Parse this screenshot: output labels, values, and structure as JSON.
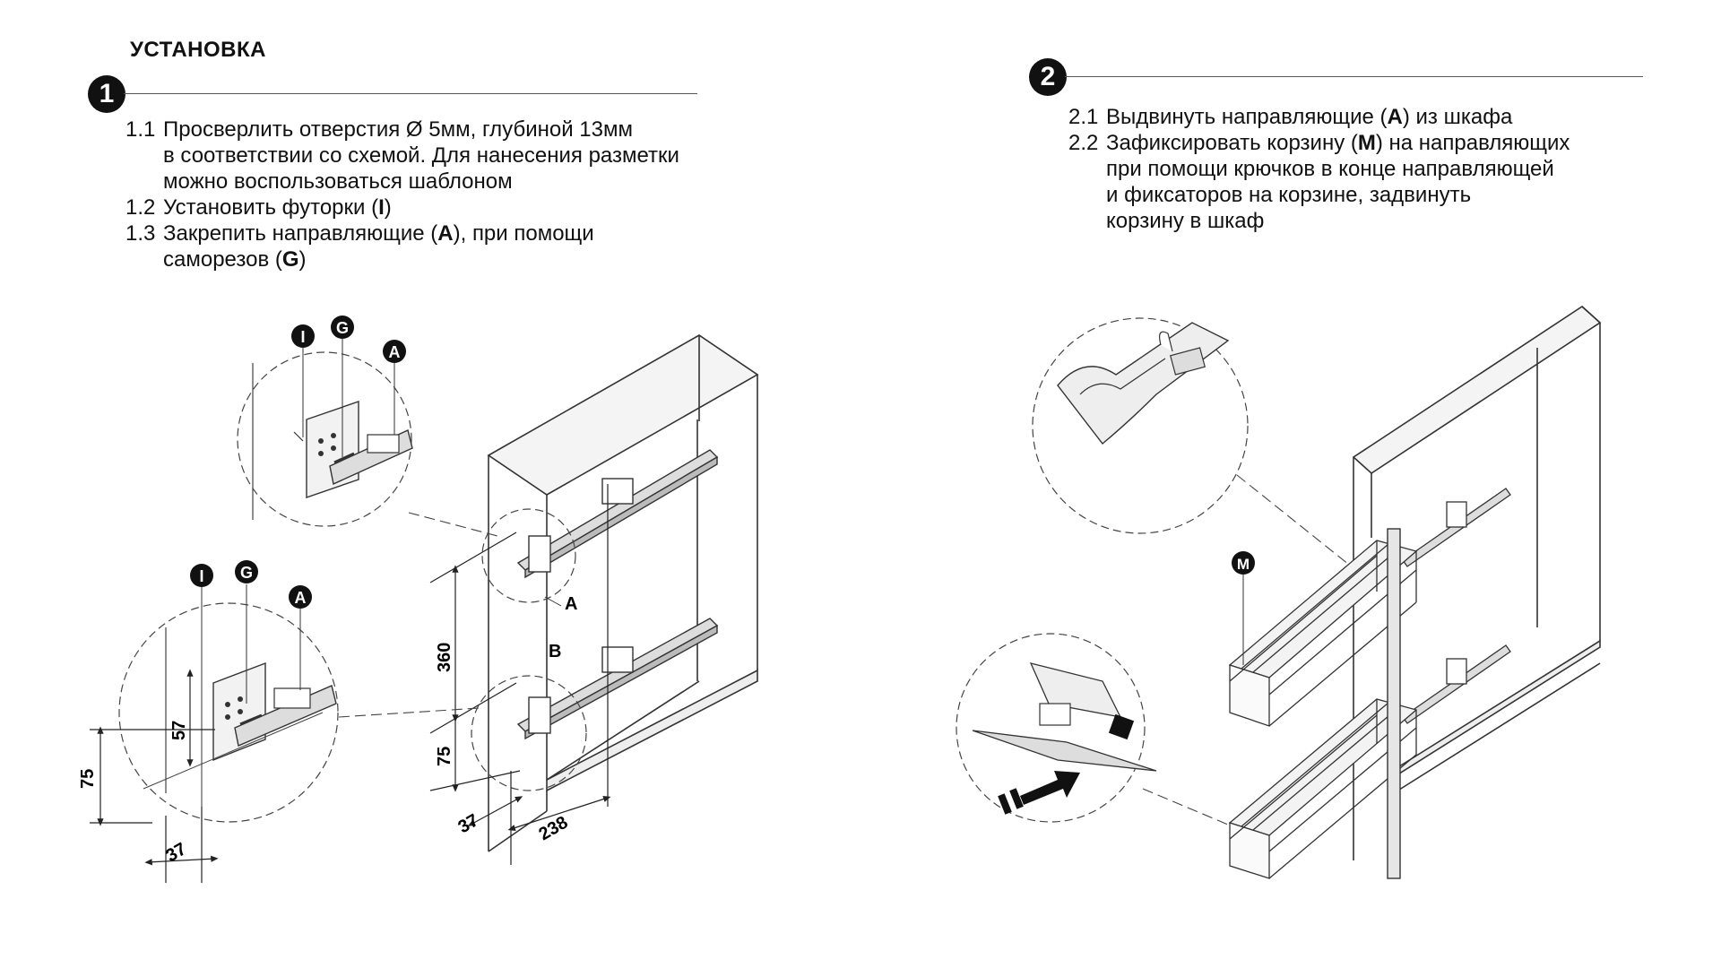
{
  "heading": "УСТАНОВКА",
  "step1": {
    "badge": "1",
    "items": [
      {
        "num": "1.1",
        "lines": [
          "Просверлить отверстия Ø 5мм, глубиной 13мм",
          "в соответствии со схемой. Для нанесения разметки",
          "можно воспользоваться шаблоном"
        ]
      },
      {
        "num": "1.2",
        "pre": "Установить футорки (",
        "bold": "I",
        "post": ")"
      },
      {
        "num": "1.3",
        "pre": "Закрепить направляющие (",
        "bold": "A",
        "post": "), при помощи",
        "line2_pre": "саморезов (",
        "line2_bold": "G",
        "line2_post": ")"
      }
    ]
  },
  "step2": {
    "badge": "2",
    "items": [
      {
        "num": "2.1",
        "pre": "Выдвинуть направляющие (",
        "bold": "A",
        "post": ") из шкафа"
      },
      {
        "num": "2.2",
        "pre": "Зафиксировать корзину (",
        "bold": "M",
        "post": ") на направляющих",
        "lines": [
          "при помощи крючков в конце направляющей",
          "и фиксаторов на корзине, задвинуть",
          "корзину в шкаф"
        ]
      }
    ]
  },
  "labels": {
    "I": "I",
    "G": "G",
    "A": "A",
    "M": "M",
    "letter_A": "A",
    "letter_B": "B"
  },
  "dimensions": {
    "d360": "360",
    "d75": "75",
    "d37": "37",
    "d238": "238",
    "d57": "57",
    "d75b": "75",
    "d37b": "37"
  },
  "colors": {
    "ink": "#111111",
    "line": "#444444",
    "fill": "#e8e8e8"
  }
}
